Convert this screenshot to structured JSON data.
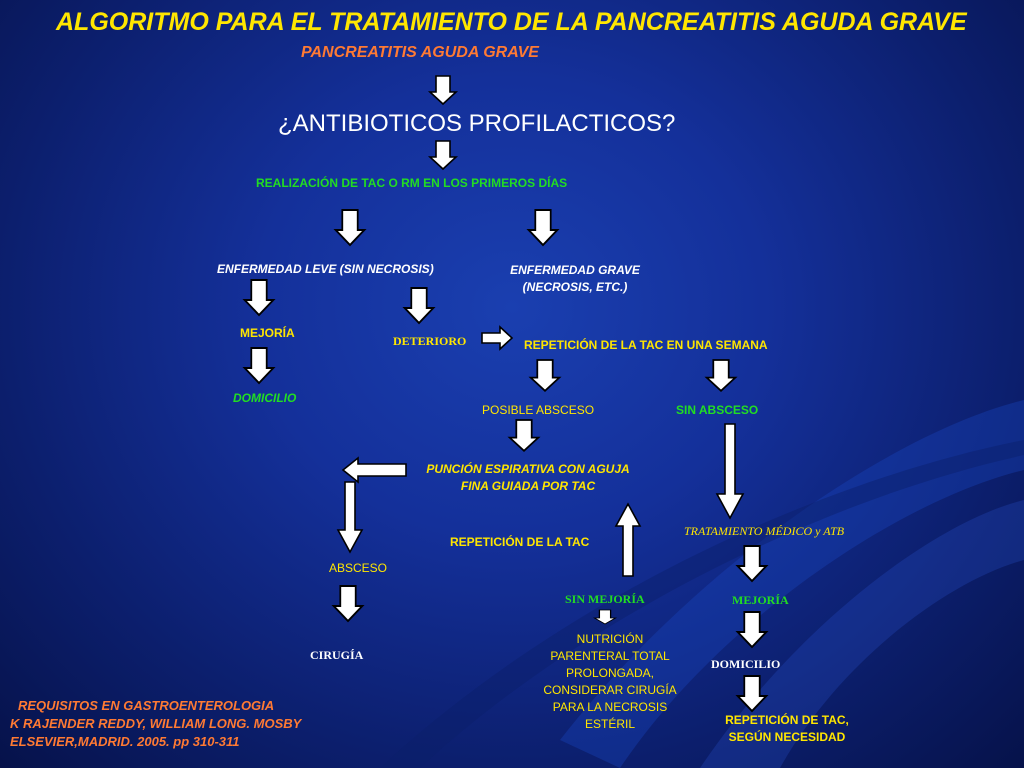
{
  "title": "ALGORITMO PARA EL TRATAMIENTO DE LA PANCREATITIS AGUDA GRAVE",
  "subtitle": "PANCREATITIS AGUDA GRAVE",
  "question": "¿ANTIBIOTICOS PROFILACTICOS?",
  "nodes": {
    "imaging": "REALIZACIÓN DE TAC  O RM EN LOS PRIMEROS DÍAS",
    "mild": "ENFERMEDAD LEVE (SIN NECROSIS)",
    "severe_1": "ENFERMEDAD GRAVE",
    "severe_2": "(NECROSIS, ETC.)",
    "improvement_1": "MEJORÍA",
    "home_1": "DOMICILIO",
    "deterioration": "DETERIORO",
    "repeat_week": "REPETICIÓN DE LA TAC EN UNA SEMANA",
    "possible_abscess": "POSIBLE ABSCESO",
    "no_abscess": "SIN ABSCESO",
    "fna_1": "PUNCIÓN ESPIRATIVA CON AGUJA",
    "fna_2": "FINA GUIADA POR TAC",
    "repeat_ct": "REPETICIÓN DE LA TAC",
    "medical_treatment": "TRATAMIENTO MÉDICO y ATB",
    "abscess": "ABSCESO",
    "no_improvement": "SIN MEJORÍA",
    "improvement_2": "MEJORÍA",
    "surgery": "CIRUGÍA",
    "nutrition": [
      "NUTRICIÓN",
      "PARENTERAL TOTAL",
      "PROLONGADA,",
      "CONSIDERAR CIRUGÍA",
      "PARA LA NECROSIS",
      "ESTÉRIL"
    ],
    "home_2": "DOMICILIO",
    "repeat_need_1": "REPETICIÓN DE TAC,",
    "repeat_need_2": "SEGÚN NECESIDAD"
  },
  "reference": [
    "REQUISITOS EN GASTROENTEROLOGIA",
    "K RAJENDER REDDY, WILLIAM LONG. MOSBY",
    "ELSEVIER,MADRID. 2005. pp 310-311"
  ],
  "colors": {
    "title": "#ffe600",
    "subtitle": "#ff8a3d",
    "green": "#22dd22",
    "yellow": "#ffe600",
    "background": "#14309a"
  }
}
